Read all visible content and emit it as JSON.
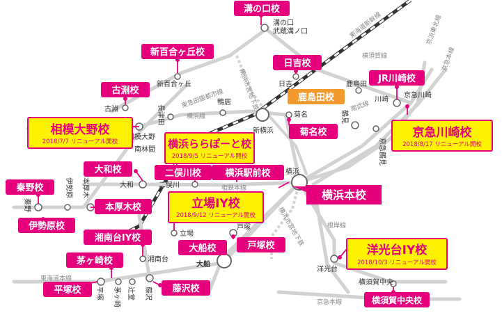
{
  "schools": [
    "溝の口校",
    "新百合ヶ丘校",
    "日吉校",
    "鹿島田校",
    "JR川崎校",
    "古淵校",
    "菊名校",
    "大和校",
    "二俣川校",
    "横浜駅前校",
    "秦野校",
    "本厚木校",
    "伊勢原校",
    "湘南台IY校",
    "大船校",
    "戸塚校",
    "茅ヶ崎校",
    "平塚校",
    "藤沢校",
    "横浜本校",
    "横須賀中央校"
  ],
  "featured_schools": [
    {
      "name": "相模大野校",
      "note": "2018/7/7 リニューアル開校"
    },
    {
      "name": "横浜ららぽーと校",
      "note": "2018/9/5 リニューアル開校"
    },
    {
      "name": "京急川崎校",
      "note": "2018/8/17 リニューアル開校"
    },
    {
      "name": "立場IY校",
      "note": "2018/9/12 リニューアル開校"
    },
    {
      "name": "洋光台IY校",
      "note": "2018/10/3 リニューアル開校"
    }
  ],
  "stations": [
    "溝の口",
    "武蔵溝ノ口",
    "新百合ヶ丘",
    "日吉",
    "鹿島田",
    "川崎",
    "京急川崎",
    "古淵",
    "長津田",
    "鴨居",
    "新横浜",
    "菊名",
    "鶴見",
    "京急鶴見",
    "相模大野",
    "南林間",
    "大和",
    "二俣川",
    "横浜",
    "秦野",
    "伊勢原",
    "本厚木",
    "立場",
    "戸塚",
    "大船",
    "湘南台",
    "洋光台",
    "横須賀中央",
    "平塚",
    "茅ヶ崎",
    "辻堂",
    "藤沢"
  ],
  "lines": [
    "東海道新幹線",
    "横須賀線",
    "京浜東北線",
    "京急本線",
    "南武線",
    "東急田園都市線",
    "横浜線",
    "横浜市営地下鉄",
    "相鉄本線",
    "東海道本線",
    "根岸線",
    "横浜市営地下鉄",
    "京急本線"
  ],
  "colors": {
    "school_box": "#e6007e",
    "featured_box": "#fff200",
    "featured_border": "#e6007e",
    "kashimada_box": "#f29a2e",
    "line": "#d2d2d2",
    "shinkansen": "#333333"
  }
}
